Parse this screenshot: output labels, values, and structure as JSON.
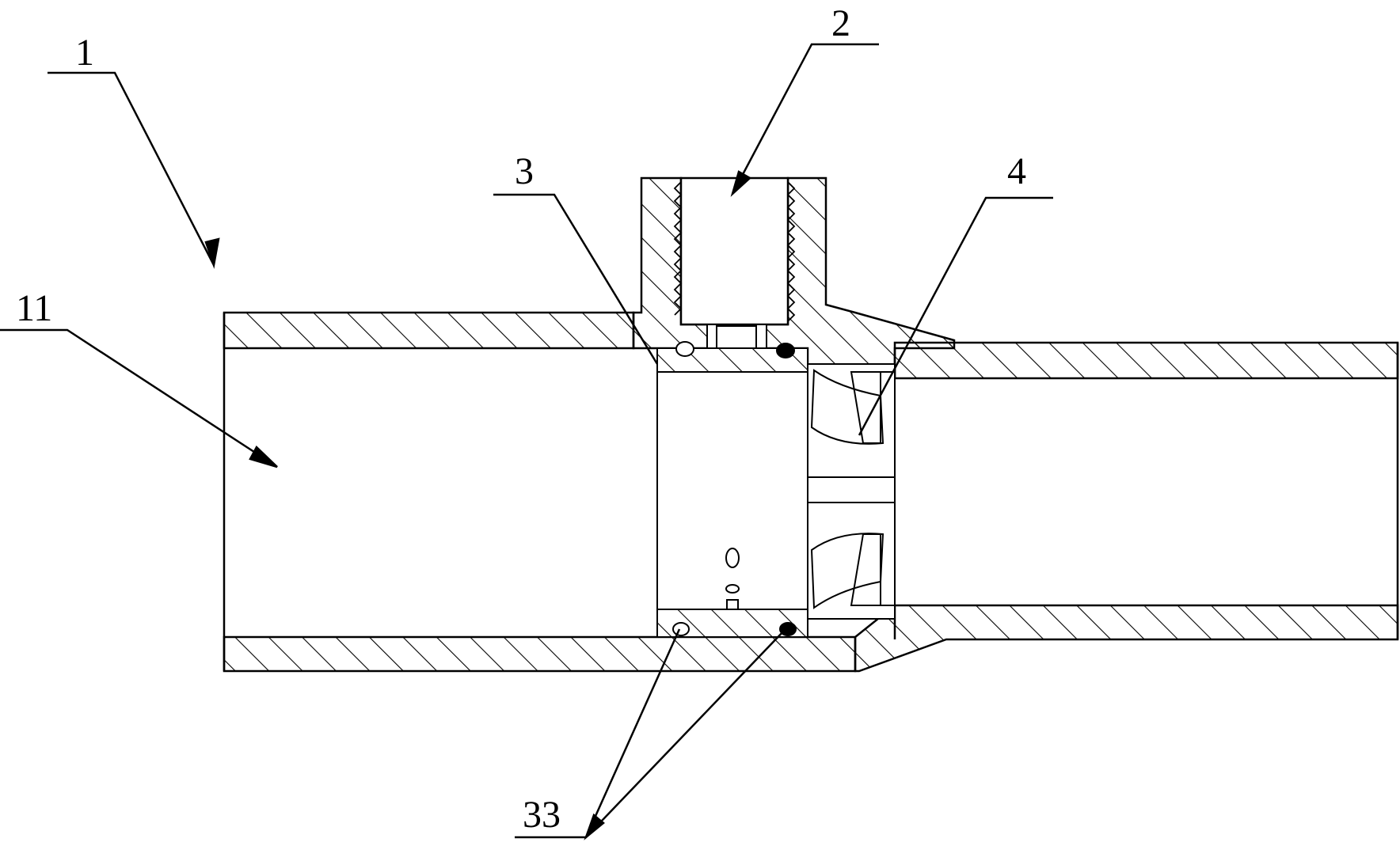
{
  "labels": {
    "body": "1",
    "inlet_cavity": "11",
    "threaded_port": "2",
    "valve_core": "3",
    "impeller": "4",
    "seal_rings": "33"
  },
  "colors": {
    "stroke": "#000000",
    "background": "#ffffff",
    "hatch": "#000000"
  }
}
